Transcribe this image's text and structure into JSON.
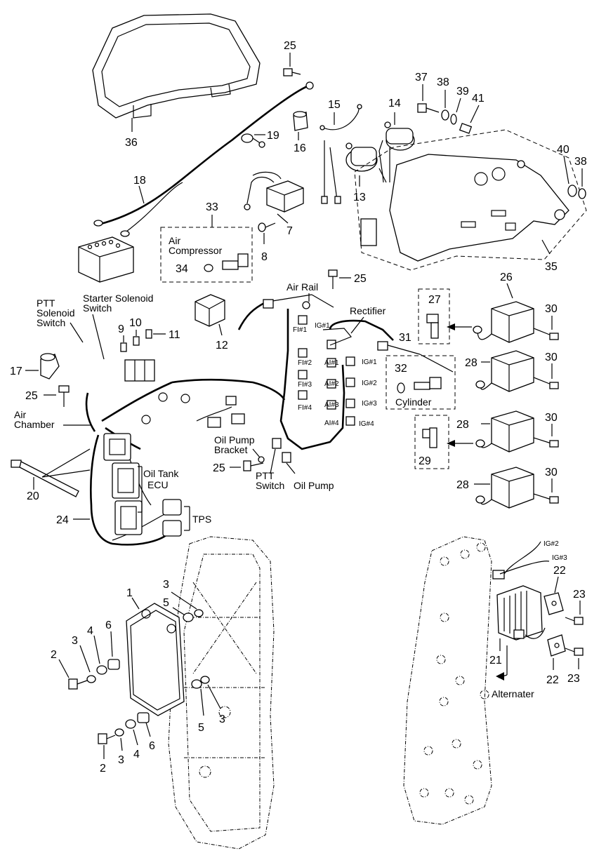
{
  "part_numbers": {
    "n1": "1",
    "n2a": "2",
    "n2b": "2",
    "n3a": "3",
    "n3b": "3",
    "n3c": "3",
    "n3d": "3",
    "n4a": "4",
    "n4b": "4",
    "n5a": "5",
    "n5b": "5",
    "n6a": "6",
    "n6b": "6",
    "n7": "7",
    "n8": "8",
    "n9": "9",
    "n10": "10",
    "n11": "11",
    "n12": "12",
    "n13": "13",
    "n14": "14",
    "n15": "15",
    "n16": "16",
    "n17": "17",
    "n18": "18",
    "n19": "19",
    "n20": "20",
    "n21": "21",
    "n22a": "22",
    "n22b": "22",
    "n23a": "23",
    "n23b": "23",
    "n24": "24",
    "n25a": "25",
    "n25b": "25",
    "n25c": "25",
    "n25d": "25",
    "n26": "26",
    "n27": "27",
    "n28a": "28",
    "n28b": "28",
    "n28c": "28",
    "n29": "29",
    "n30a": "30",
    "n30b": "30",
    "n30c": "30",
    "n30d": "30",
    "n31": "31",
    "n32": "32",
    "n33": "33",
    "n34": "34",
    "n35": "35",
    "n36": "36",
    "n37": "37",
    "n38a": "38",
    "n38b": "38",
    "n39": "39",
    "n40": "40",
    "n41": "41"
  },
  "labels": {
    "air_compressor_1": "Air",
    "air_compressor_2": "Compressor",
    "air_rail": "Air Rail",
    "rectifier": "Rectifier",
    "ptt_solenoid_1": "PTT",
    "ptt_solenoid_2": "Solenoid",
    "ptt_solenoid_3": "Switch",
    "starter_solenoid_1": "Starter Solenoid",
    "starter_solenoid_2": "Switch",
    "air_chamber_1": "Air",
    "air_chamber_2": "Chamber",
    "oil_tank": "Oil Tank",
    "ecu": "ECU",
    "tps": "TPS",
    "oil_pump_bracket_1": "Oil Pump",
    "oil_pump_bracket_2": "Bracket",
    "ptt_switch_1": "PTT",
    "ptt_switch_2": "Switch",
    "oil_pump": "Oil Pump",
    "cylinder": "Cylinder",
    "alternater": "Alternater",
    "fi1": "FI#1",
    "fi2": "FI#2",
    "fi3": "FI#3",
    "fi4": "FI#4",
    "ig1a": "IG#1",
    "ig1b": "IG#1",
    "ig2": "IG#2",
    "ig3": "IG#3",
    "ig4": "IG#4",
    "ai1": "AI#1",
    "ai2": "AI#2",
    "ai3": "AI#3",
    "ai4": "AI#4",
    "ig2_alt": "IG#2",
    "ig3_alt": "IG#3"
  }
}
